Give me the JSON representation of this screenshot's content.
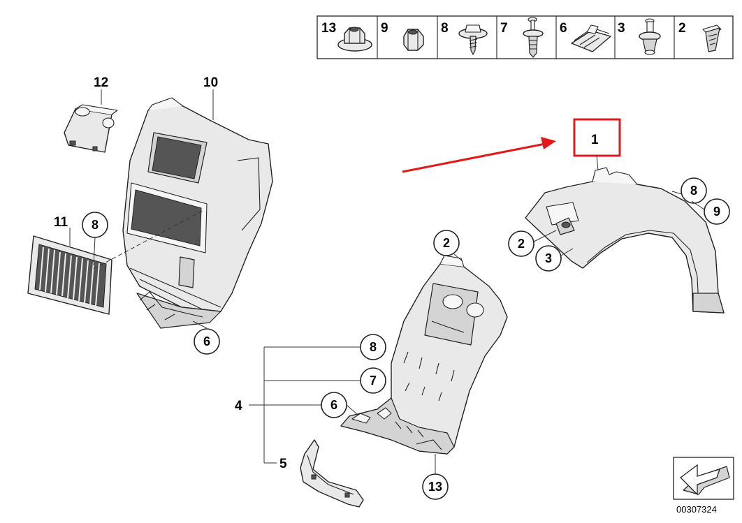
{
  "fastener_header": [
    {
      "number": "13",
      "icon": "flange-nut-icon"
    },
    {
      "number": "9",
      "icon": "hex-nut-icon"
    },
    {
      "number": "8",
      "icon": "washer-screw-icon"
    },
    {
      "number": "7",
      "icon": "expanding-rivet-icon"
    },
    {
      "number": "6",
      "icon": "spring-clip-nut-icon"
    },
    {
      "number": "3",
      "icon": "push-rivet-icon"
    },
    {
      "number": "2",
      "icon": "spreader-nut-icon"
    }
  ],
  "part_labels": {
    "p1": "1",
    "p2a": "2",
    "p2b": "2",
    "p3": "3",
    "p4": "4",
    "p5": "5",
    "p6a": "6",
    "p6b": "6",
    "p7": "7",
    "p8a": "8",
    "p8b": "8",
    "p8c": "8",
    "p9": "9",
    "p10": "10",
    "p11": "11",
    "p12": "12",
    "p13": "13"
  },
  "highlight": {
    "label": "1",
    "color": "#e01a1a",
    "arrow_color": "#e01a1a"
  },
  "document_number": "00307324"
}
